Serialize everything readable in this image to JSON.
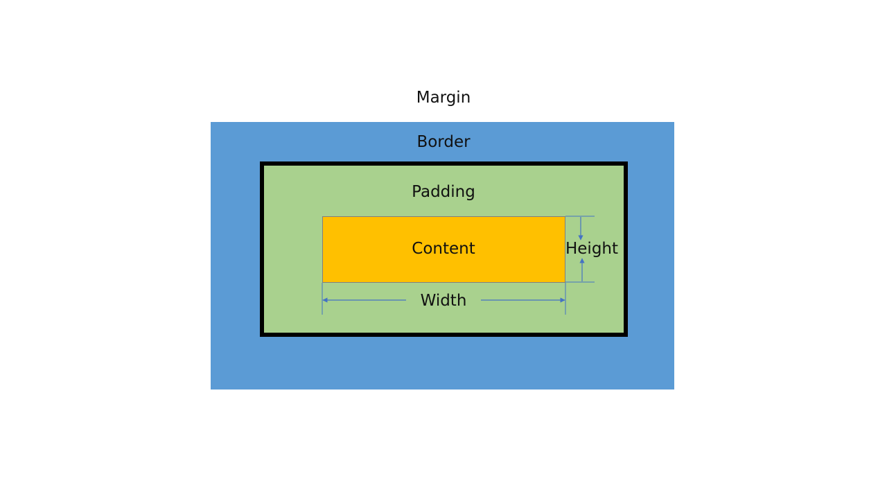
{
  "diagram": {
    "margin_label": "Margin",
    "border_label": "Border",
    "padding_label": "Padding",
    "content_label": "Content",
    "height_label": "Height",
    "width_label": "Width"
  },
  "colors": {
    "margin_area": "#5b9bd5",
    "border_line": "#000000",
    "padding_area": "#a9d18e",
    "content_area": "#ffc000",
    "dimension_line": "#4472c4"
  }
}
